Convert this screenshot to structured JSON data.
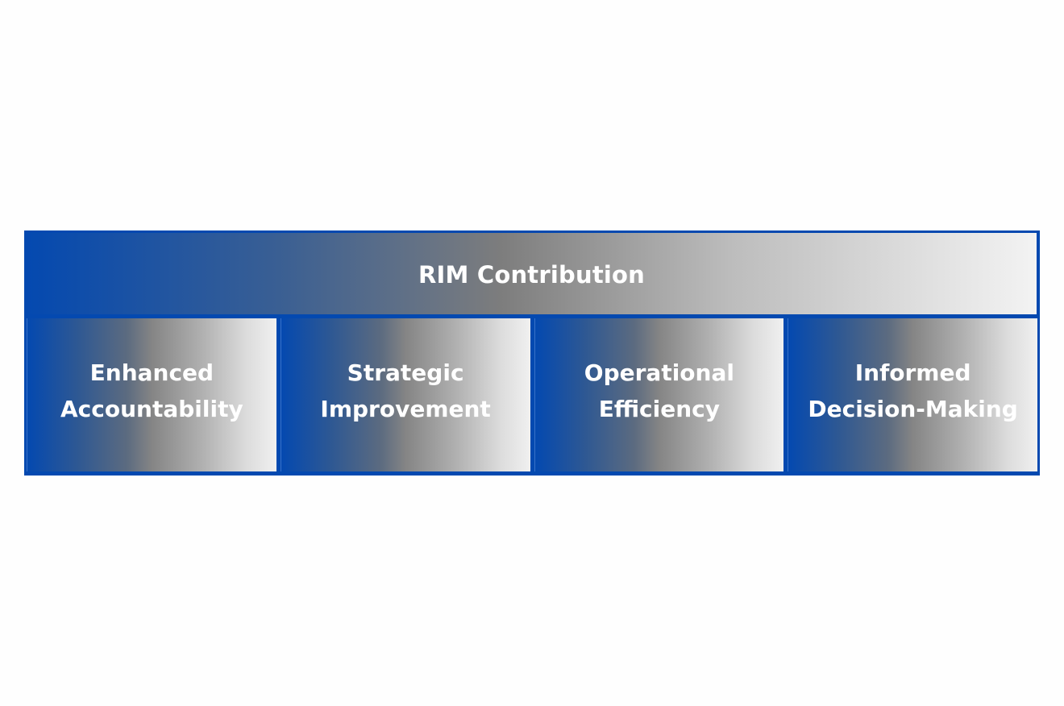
{
  "diagram": {
    "title": "RIM Contribution",
    "items": [
      {
        "line1": "Enhanced",
        "line2": "Accountability"
      },
      {
        "line1": "Strategic",
        "line2": "Improvement"
      },
      {
        "line1": "Operational",
        "line2": "Efficiency"
      },
      {
        "line1": "Informed",
        "line2": "Decision-Making"
      }
    ],
    "colors": {
      "border_blue": "#0449b0",
      "gradient_mid_gray": "#858585",
      "gradient_end_light": "#f0f0f0",
      "text": "#ffffff",
      "background": "#fefefe"
    }
  }
}
